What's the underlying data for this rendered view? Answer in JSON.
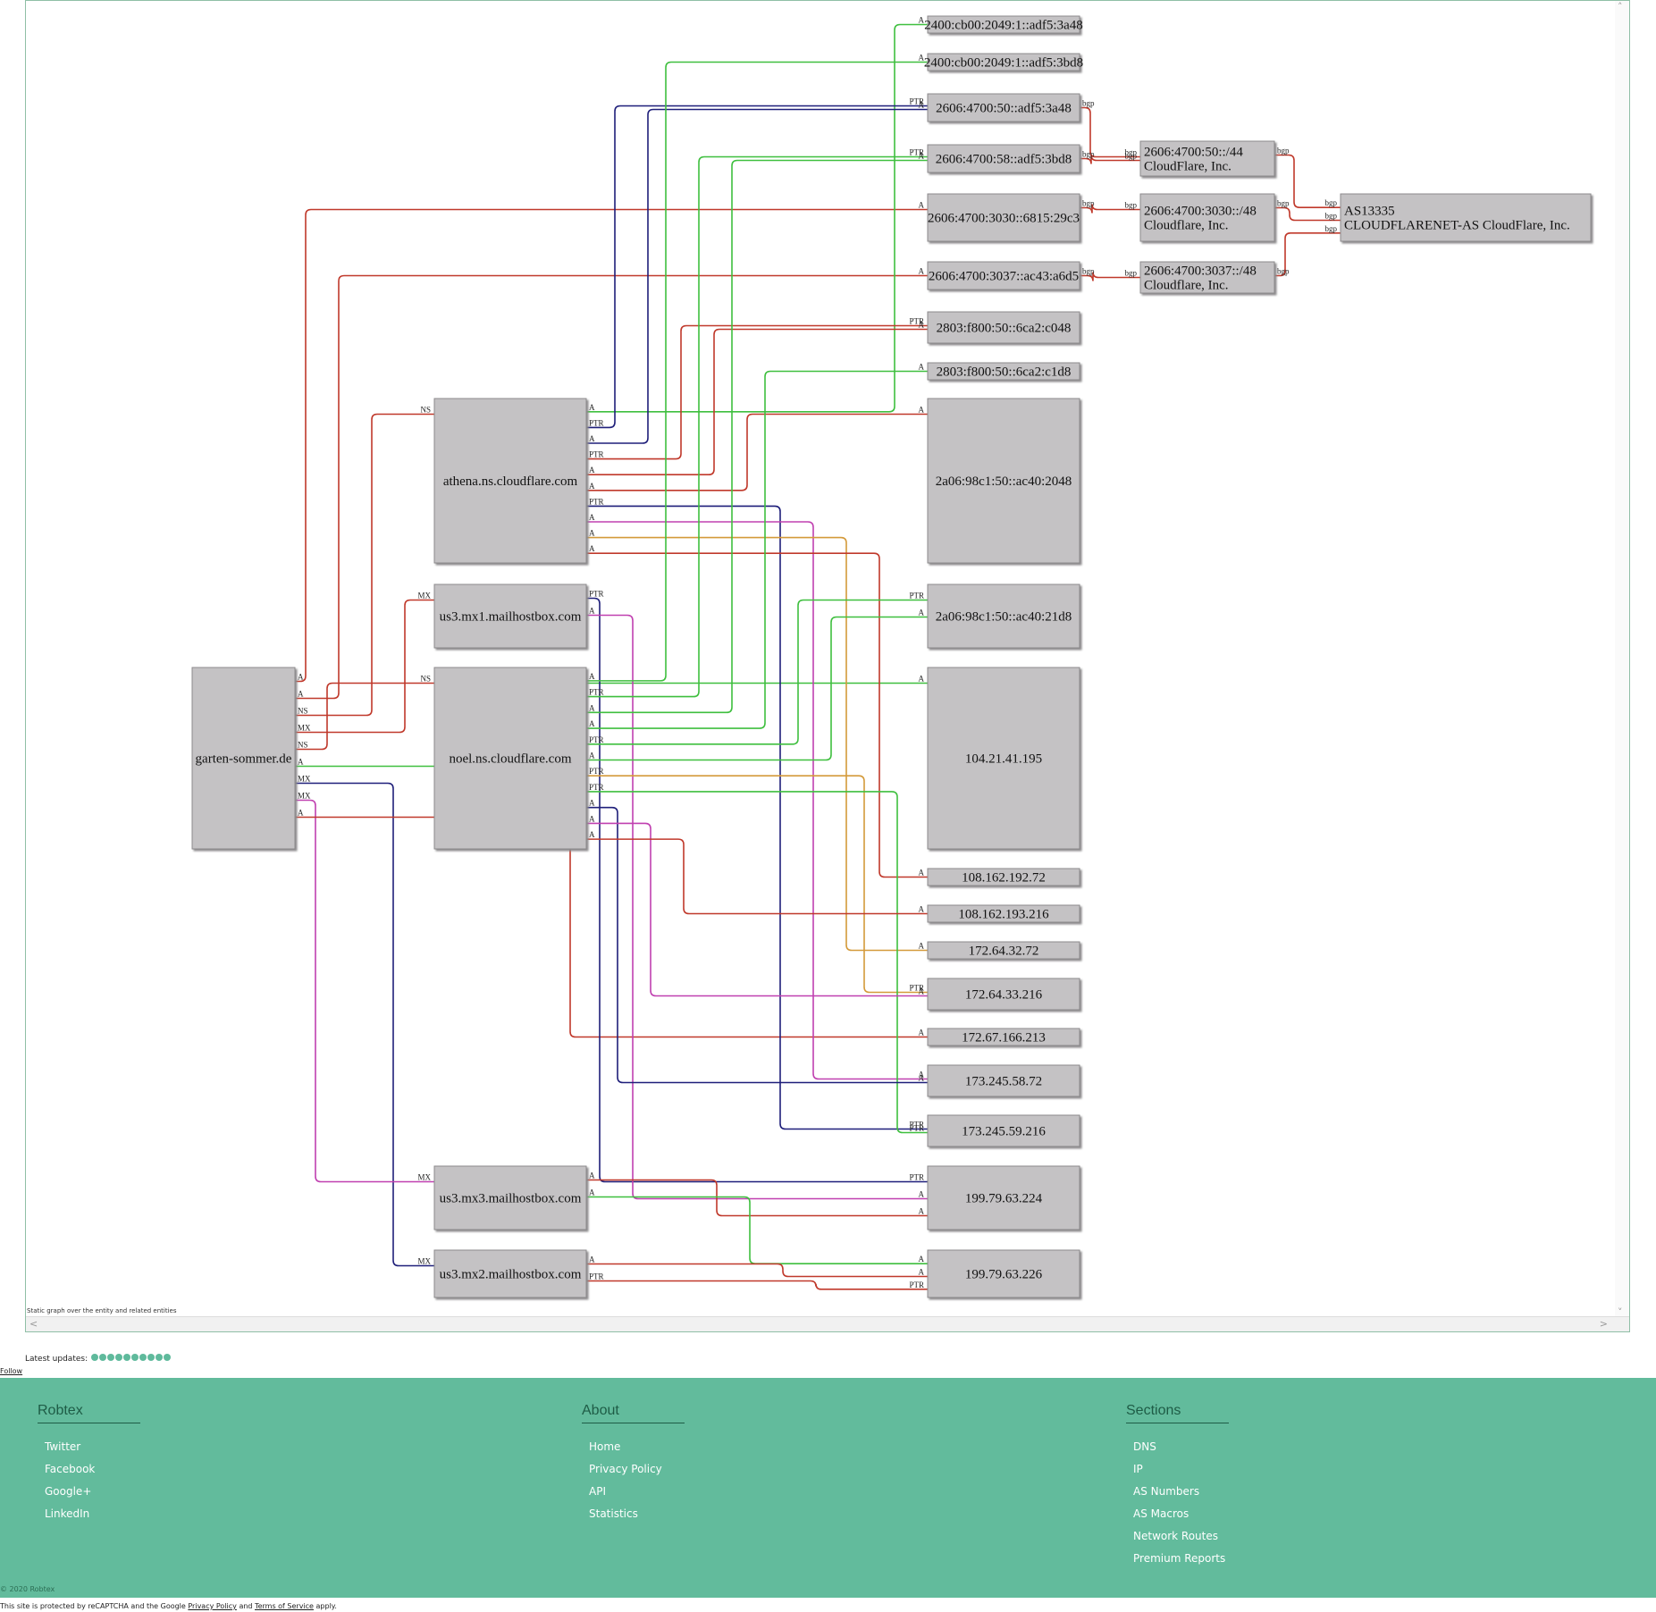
{
  "graph": {
    "caption": "Static graph over the entity and related entities",
    "colors": {
      "red": "#c0392b",
      "green": "#3fbf3f",
      "navy": "#1f1f7a",
      "magenta": "#c040b0",
      "orange": "#d49a3a"
    },
    "nodes": [
      {
        "id": "root",
        "label": "garten-sommer.de"
      },
      {
        "id": "athena",
        "label": "athena.ns.cloudflare.com"
      },
      {
        "id": "mx1",
        "label": "us3.mx1.mailhostbox.com"
      },
      {
        "id": "noel",
        "label": "noel.ns.cloudflare.com"
      },
      {
        "id": "mx3",
        "label": "us3.mx3.mailhostbox.com"
      },
      {
        "id": "mx2",
        "label": "us3.mx2.mailhostbox.com"
      },
      {
        "id": "ip1",
        "label": "2400:cb00:2049:1::adf5:3a48"
      },
      {
        "id": "ip2",
        "label": "2400:cb00:2049:1::adf5:3bd8"
      },
      {
        "id": "ip3",
        "label": "2606:4700:50::adf5:3a48"
      },
      {
        "id": "ip4",
        "label": "2606:4700:58::adf5:3bd8"
      },
      {
        "id": "ip5",
        "label": "2606:4700:3030::6815:29c3"
      },
      {
        "id": "ip6",
        "label": "2606:4700:3037::ac43:a6d5"
      },
      {
        "id": "ip7",
        "label": "2803:f800:50::6ca2:c048"
      },
      {
        "id": "ip8",
        "label": "2803:f800:50::6ca2:c1d8"
      },
      {
        "id": "ip9",
        "label": "2a06:98c1:50::ac40:2048"
      },
      {
        "id": "ip10",
        "label": "2a06:98c1:50::ac40:21d8"
      },
      {
        "id": "ip11",
        "label": "104.21.41.195"
      },
      {
        "id": "ip12",
        "label": "108.162.192.72"
      },
      {
        "id": "ip13",
        "label": "108.162.193.216"
      },
      {
        "id": "ip14",
        "label": "172.64.32.72"
      },
      {
        "id": "ip15",
        "label": "172.64.33.216"
      },
      {
        "id": "ip16",
        "label": "172.67.166.213"
      },
      {
        "id": "ip17",
        "label": "173.245.58.72"
      },
      {
        "id": "ip18",
        "label": "173.245.59.216"
      },
      {
        "id": "ip19",
        "label": "199.79.63.224"
      },
      {
        "id": "ip20",
        "label": "199.79.63.226"
      },
      {
        "id": "net1",
        "label": [
          "2606:4700:50::/44",
          "CloudFlare, Inc."
        ]
      },
      {
        "id": "net2",
        "label": [
          "2606:4700:3030::/48",
          "Cloudflare, Inc."
        ]
      },
      {
        "id": "net3",
        "label": [
          "2606:4700:3037::/48",
          "Cloudflare, Inc."
        ]
      },
      {
        "id": "as",
        "label": [
          "AS13335",
          "CLOUDFLARENET-AS CloudFlare, Inc."
        ]
      }
    ],
    "edges": [
      {
        "from": "root",
        "to": "ip5",
        "label": "A",
        "color": "red"
      },
      {
        "from": "root",
        "to": "ip6",
        "label": "A",
        "color": "red"
      },
      {
        "from": "root",
        "to": "athena",
        "label": "NS",
        "color": "red"
      },
      {
        "from": "root",
        "to": "mx1",
        "label": "MX",
        "color": "red"
      },
      {
        "from": "root",
        "to": "noel",
        "label": "NS",
        "color": "red"
      },
      {
        "from": "root",
        "to": "ip11",
        "label": "A",
        "color": "green"
      },
      {
        "from": "root",
        "to": "mx2",
        "label": "MX",
        "color": "navy"
      },
      {
        "from": "root",
        "to": "mx3",
        "label": "MX",
        "color": "magenta"
      },
      {
        "from": "root",
        "to": "ip16",
        "label": "A",
        "color": "red"
      },
      {
        "from": "athena",
        "to": "ip1",
        "label": "A",
        "color": "green"
      },
      {
        "from": "athena",
        "to": "ip3",
        "label": "PTR",
        "color": "navy"
      },
      {
        "from": "athena",
        "to": "ip3",
        "label": "A",
        "color": "navy"
      },
      {
        "from": "athena",
        "to": "ip7",
        "label": "PTR",
        "color": "red"
      },
      {
        "from": "athena",
        "to": "ip7",
        "label": "A",
        "color": "red"
      },
      {
        "from": "athena",
        "to": "ip9",
        "label": "A",
        "color": "red"
      },
      {
        "from": "athena",
        "to": "ip18",
        "label": "PTR",
        "color": "navy"
      },
      {
        "from": "athena",
        "to": "ip17",
        "label": "A",
        "color": "magenta"
      },
      {
        "from": "athena",
        "to": "ip14",
        "label": "A",
        "color": "orange"
      },
      {
        "from": "athena",
        "to": "ip12",
        "label": "A",
        "color": "red"
      },
      {
        "from": "mx1",
        "to": "ip19",
        "label": "PTR",
        "color": "navy"
      },
      {
        "from": "mx1",
        "to": "ip19",
        "label": "A",
        "color": "magenta"
      },
      {
        "from": "noel",
        "to": "ip2",
        "label": "A",
        "color": "green"
      },
      {
        "from": "noel",
        "to": "ip4",
        "label": "PTR",
        "color": "green"
      },
      {
        "from": "noel",
        "to": "ip4",
        "label": "A",
        "color": "green"
      },
      {
        "from": "noel",
        "to": "ip8",
        "label": "A",
        "color": "green"
      },
      {
        "from": "noel",
        "to": "ip10",
        "label": "PTR",
        "color": "green"
      },
      {
        "from": "noel",
        "to": "ip10",
        "label": "A",
        "color": "green"
      },
      {
        "from": "noel",
        "to": "ip15",
        "label": "PTR",
        "color": "orange"
      },
      {
        "from": "noel",
        "to": "ip18",
        "label": "PTR",
        "color": "green"
      },
      {
        "from": "noel",
        "to": "ip17",
        "label": "A",
        "color": "navy"
      },
      {
        "from": "noel",
        "to": "ip15",
        "label": "A",
        "color": "magenta"
      },
      {
        "from": "noel",
        "to": "ip13",
        "label": "A",
        "color": "red"
      },
      {
        "from": "mx3",
        "to": "ip19",
        "label": "A",
        "color": "red"
      },
      {
        "from": "mx3",
        "to": "ip20",
        "label": "A",
        "color": "green"
      },
      {
        "from": "mx2",
        "to": "ip20",
        "label": "A",
        "color": "red"
      },
      {
        "from": "mx2",
        "to": "ip20",
        "label": "PTR",
        "color": "red"
      },
      {
        "from": "ip3",
        "to": "net1",
        "label": "bgp",
        "color": "red"
      },
      {
        "from": "ip4",
        "to": "net1",
        "label": "bgp",
        "color": "red"
      },
      {
        "from": "ip5",
        "to": "net2",
        "label": "bgp",
        "color": "red"
      },
      {
        "from": "ip6",
        "to": "net3",
        "label": "bgp",
        "color": "red"
      },
      {
        "from": "net1",
        "to": "as",
        "label": "bgp",
        "color": "red"
      },
      {
        "from": "net2",
        "to": "as",
        "label": "bgp",
        "color": "red"
      },
      {
        "from": "net3",
        "to": "as",
        "label": "bgp",
        "color": "red"
      }
    ]
  },
  "updates": {
    "label": "Latest updates:",
    "count": 10
  },
  "follow": "Follow",
  "footer": {
    "columns": [
      {
        "title": "Robtex",
        "links": [
          "Twitter",
          "Facebook",
          "Google+",
          "LinkedIn"
        ]
      },
      {
        "title": "About",
        "links": [
          "Home",
          "Privacy Policy",
          "API",
          "Statistics"
        ]
      },
      {
        "title": "Sections",
        "links": [
          "DNS",
          "IP",
          "AS Numbers",
          "AS Macros",
          "Network Routes",
          "Premium Reports"
        ]
      }
    ],
    "copyright": "© 2020 Robtex",
    "recaptcha": {
      "prefix": "This site is protected by reCAPTCHA and the Google ",
      "privacy": "Privacy Policy",
      "and": " and ",
      "terms": "Terms of Service",
      "suffix": " apply."
    }
  }
}
